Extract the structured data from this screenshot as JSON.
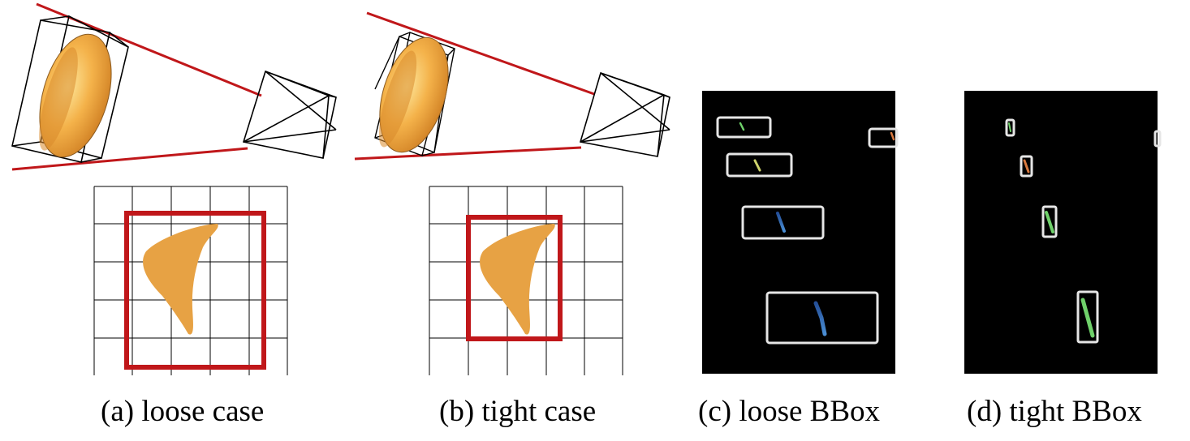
{
  "captions": {
    "a": "(a) loose case",
    "b": "(b) tight case",
    "c": "(c) loose BBox",
    "d": "(d) tight BBox"
  },
  "colors": {
    "ray": "#c0171a",
    "bbox_2d": "#c0171a",
    "object_fill": "#e7a244",
    "ellipsoid_light": "#fde79c",
    "ellipsoid_dark": "#c9761c",
    "wire": "#000000",
    "grid": "#000000",
    "mask_bg": "#000000",
    "mask_box": "#e6e6e6",
    "streak_green": "#6fd16a",
    "streak_yellow": "#cfd36b",
    "streak_blue": "#3f7fc6",
    "streak_orange": "#d9793e"
  }
}
